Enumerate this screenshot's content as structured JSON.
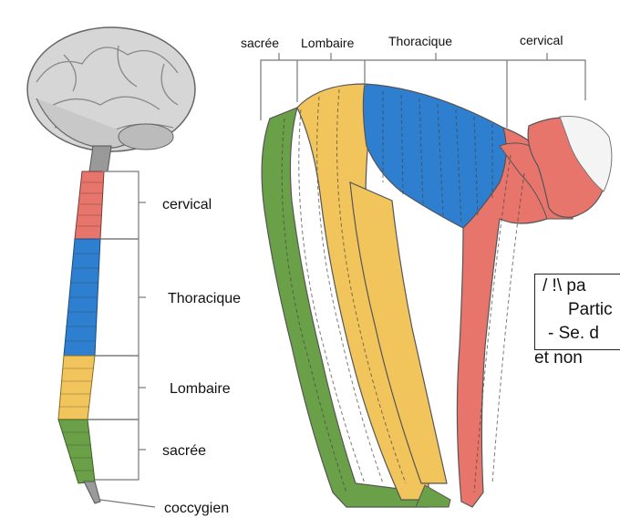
{
  "spine_labels": {
    "cervical": "cervical",
    "thoracique": "Thoracique",
    "lombaire": "Lombaire",
    "sacree": "sacrée",
    "coccygien": "coccygien"
  },
  "body_labels": {
    "sacree": "sacrée",
    "lombaire": "Lombaire",
    "thoracique": "Thoracique",
    "cervical": "cervical"
  },
  "note": {
    "line1": "/ !\\ pa",
    "line2": "Partic",
    "line3": "- Se. d",
    "line4": "et non"
  },
  "colors": {
    "cervical": "#e8756b",
    "thoracique": "#2f7fd0",
    "lombaire": "#f2c55c",
    "sacree": "#6aa048",
    "brain": "#d4d4d4",
    "skin_outline": "#555555"
  },
  "icons": [
    "brain-icon",
    "spinal-cord-icon",
    "human-figure-icon"
  ]
}
